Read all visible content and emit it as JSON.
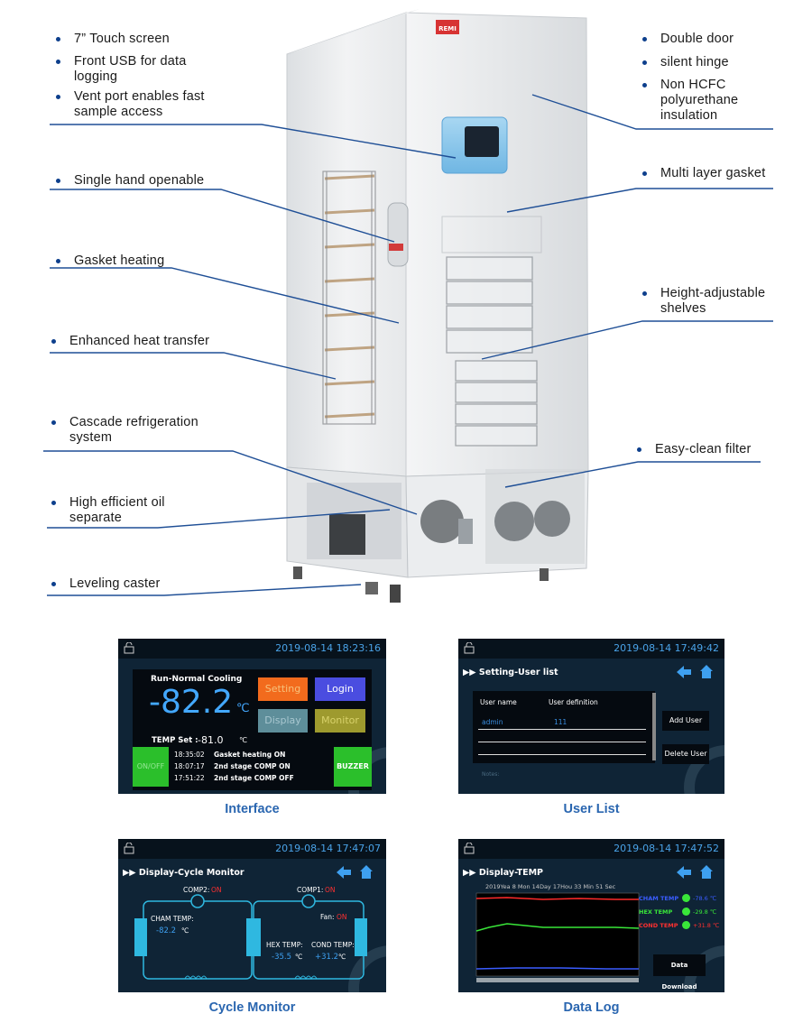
{
  "callouts_left": [
    {
      "id": "touch",
      "text": "7” Touch screen"
    },
    {
      "id": "usb",
      "text": "Front USB for data logging"
    },
    {
      "id": "vent",
      "text": "Vent port enables fast sample access"
    },
    {
      "id": "hand",
      "text": "Single hand openable"
    },
    {
      "id": "gasketheat",
      "text": "Gasket heating"
    },
    {
      "id": "heat",
      "text": "Enhanced heat transfer"
    },
    {
      "id": "cascade",
      "text": "Cascade refrigeration system"
    },
    {
      "id": "oil",
      "text": "High efficient oil separate"
    },
    {
      "id": "caster",
      "text": "Leveling caster"
    }
  ],
  "callouts_right": [
    {
      "id": "door",
      "text": "Double door"
    },
    {
      "id": "hinge",
      "text": "silent hinge"
    },
    {
      "id": "insul",
      "text": "Non HCFC polyurethane insulation"
    },
    {
      "id": "gasket",
      "text": "Multi layer gasket"
    },
    {
      "id": "shelves",
      "text": "Height-adjustable shelves"
    },
    {
      "id": "filter",
      "text": "Easy-clean filter"
    }
  ],
  "brand": "REMI",
  "screens": {
    "interface": {
      "time": "2019-08-14 18:23:16",
      "mode": "Run-Normal Cooling",
      "temp": "-82.2",
      "unit": "℃",
      "set_label": "TEMP Set :",
      "set_value": "-81.0",
      "buttons": {
        "setting": "Setting",
        "login": "Login",
        "display": "Display",
        "monitor": "Monitor",
        "onoff": "ON/OFF",
        "buzzer": "BUZZER"
      },
      "log": [
        {
          "t": "18:35:02",
          "msg": "Gasket heating ON"
        },
        {
          "t": "18:07:17",
          "msg": "2nd stage COMP ON"
        },
        {
          "t": "17:51:22",
          "msg": "2nd stage COMP OFF"
        }
      ],
      "caption": "Interface"
    },
    "userlist": {
      "time": "2019-08-14 17:49:42",
      "title": "▶▶ Setting-User list",
      "col1": "User name",
      "col2": "User definition",
      "row_name": "admin",
      "row_def": "111",
      "add": "Add User",
      "delete": "Delete User",
      "notes": "Notes:",
      "caption": "User List"
    },
    "cycle": {
      "time": "2019-08-14 17:47:07",
      "title": "▶▶ Display-Cycle Monitor",
      "comp2": "COMP2:",
      "comp2_state": "ON",
      "comp1": "COMP1:",
      "comp1_state": "ON",
      "fan": "Fan:",
      "fan_state": "ON",
      "cham_label": "CHAM TEMP:",
      "cham_value": "-82.2",
      "hex_label": "HEX TEMP:",
      "hex_value": "-35.5",
      "cond_label": "COND TEMP:",
      "cond_value": "+31.2",
      "unit": "℃",
      "caption": "Cycle Monitor"
    },
    "datalog": {
      "time": "2019-08-14 17:47:52",
      "title": "▶▶ Display-TEMP",
      "date_row": "2019Yea  8  Mon  14Day  17Hou  33 Min  51 Sec",
      "legend": [
        {
          "name": "CHAM TEMP",
          "value": "-78.6 ℃",
          "color": "#3a5cff"
        },
        {
          "name": "HEX TEMP",
          "value": "-29.8 ℃",
          "color": "#39e639"
        },
        {
          "name": "COND TEMP",
          "value": "+31.8 ℃",
          "color": "#ff3030"
        }
      ],
      "download": "Data Download",
      "caption": "Data Log"
    }
  }
}
